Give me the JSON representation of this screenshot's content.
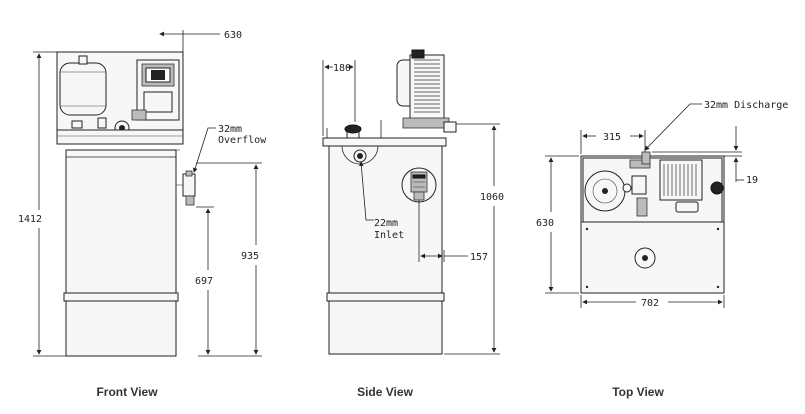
{
  "views": {
    "front": {
      "caption": "Front View"
    },
    "side": {
      "caption": "Side View"
    },
    "top": {
      "caption": "Top View"
    }
  },
  "dimensions": {
    "front_width": "630",
    "front_total_height": "1412",
    "front_overflow_height": "935",
    "front_overflow_pipe_height": "697",
    "overflow_label_line1": "32mm",
    "overflow_label_line2": "Overflow",
    "side_top_offset": "180",
    "side_height": "1060",
    "inlet_label_line1": "22mm",
    "inlet_label_line2": "Inlet",
    "side_inlet_offset": "157",
    "discharge_label": "32mm Discharge",
    "top_discharge_offset": "315",
    "top_discharge_height": "19",
    "top_depth": "630",
    "top_width": "702"
  }
}
